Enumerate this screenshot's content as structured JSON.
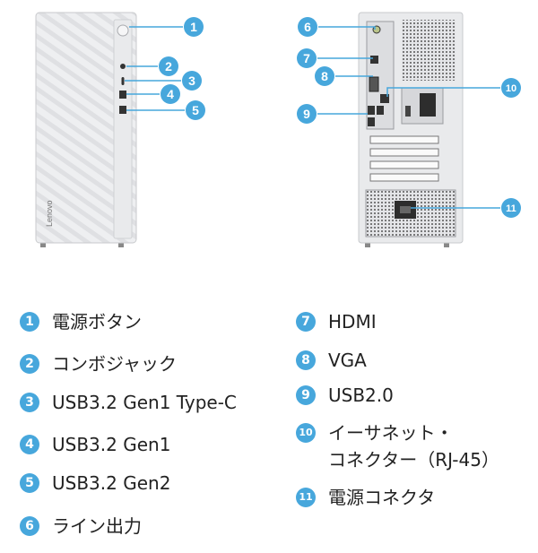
{
  "colors": {
    "accent": "#47a7dc",
    "case": "#e9eaec",
    "case_edge": "#c8cacd",
    "dark": "#2d2d2d"
  },
  "front": {
    "brand": "Lenovo"
  },
  "callouts": [
    "1",
    "2",
    "3",
    "4",
    "5",
    "6",
    "7",
    "8",
    "9",
    "10",
    "11"
  ],
  "legend": [
    {
      "num": "1",
      "label": "電源ボタン"
    },
    {
      "num": "2",
      "label": "コンボジャック"
    },
    {
      "num": "3",
      "label": "USB3.2 Gen1 Type-C"
    },
    {
      "num": "4",
      "label": "USB3.2 Gen1"
    },
    {
      "num": "5",
      "label": "USB3.2 Gen2"
    },
    {
      "num": "6",
      "label": "ライン出力"
    },
    {
      "num": "7",
      "label": "HDMI"
    },
    {
      "num": "8",
      "label": "VGA"
    },
    {
      "num": "9",
      "label": "USB2.0"
    },
    {
      "num": "10",
      "label": "イーサネット・",
      "label2": "コネクター（RJ-45）"
    },
    {
      "num": "11",
      "label": "電源コネクタ"
    }
  ]
}
